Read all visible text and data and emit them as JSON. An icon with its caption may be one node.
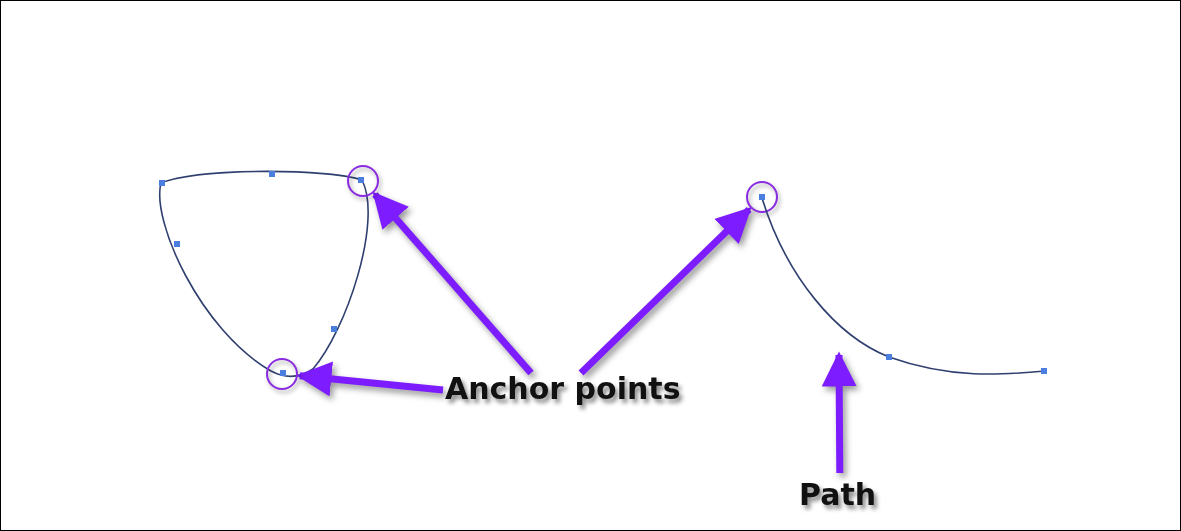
{
  "diagram": {
    "nodes": [
      {
        "text": [],
        "shape": "circle"
      },
      {
        "text": [],
        "shape": "circle"
      },
      {
        "text": [],
        "shape": "circle"
      },
      {
        "text": [
          "Anchor points"
        ]
      },
      {
        "text": [],
        "shape": "curve"
      },
      {
        "text": [
          "Path"
        ]
      }
    ],
    "edges": [
      {
        "from": 3,
        "to": 0,
        "arrow": "to"
      },
      {
        "from": 3,
        "to": 1,
        "arrow": "to"
      },
      {
        "from": 3,
        "to": 2,
        "arrow": "to"
      },
      {
        "from": 5,
        "to": 4,
        "arrow": "to"
      }
    ]
  }
}
